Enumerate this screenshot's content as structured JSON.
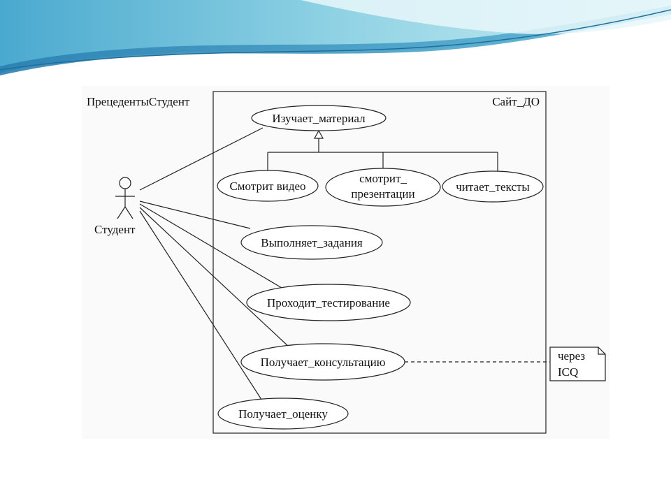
{
  "diagram": {
    "package_label": "ПрецедентыСтудент",
    "system_label": "Сайт_ДО",
    "actor": {
      "name": "Студент"
    },
    "use_cases": {
      "study_material": "Изучает_материал",
      "watch_video": "Смотрит видео",
      "watch_presentations_line1": "смотрит_",
      "watch_presentations_line2": "презентации",
      "read_texts": "читает_тексты",
      "do_tasks": "Выполняет_задания",
      "take_test": "Проходит_тестирование",
      "get_consultation": "Получает_консультацию",
      "get_grade": "Получает_оценку"
    },
    "note": {
      "line1": "через",
      "line2": "ICQ"
    }
  },
  "colors": {
    "wave_dark": "#2e86b3",
    "wave_light": "#bfe7ef",
    "line": "#222222"
  }
}
